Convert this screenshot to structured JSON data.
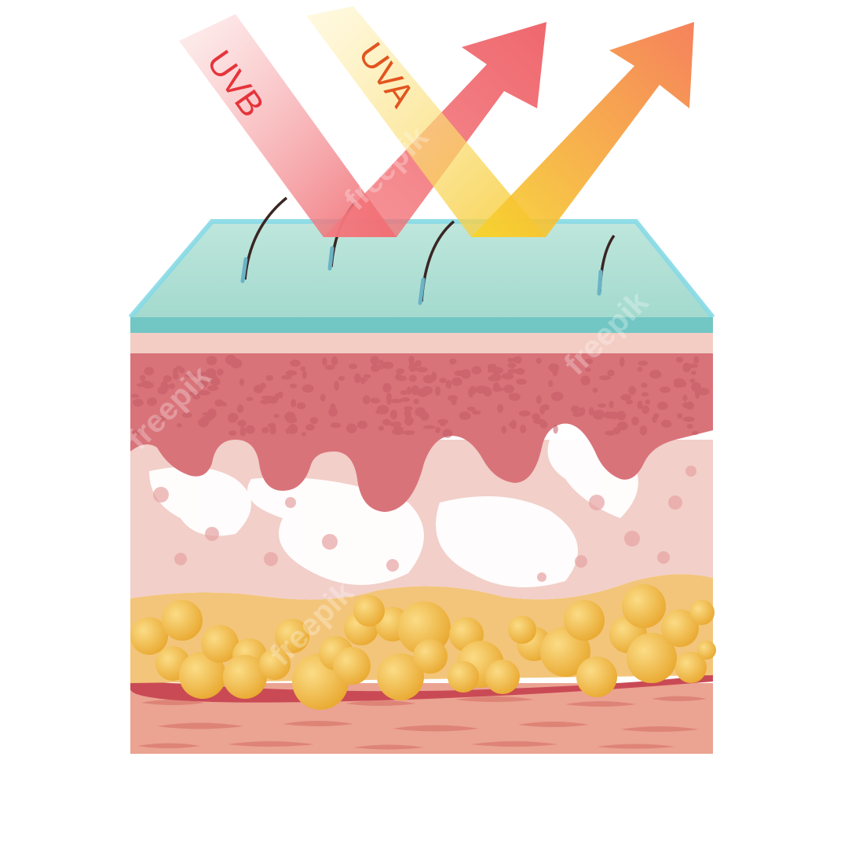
{
  "rays": {
    "uvb": {
      "label": "UVB",
      "color": "#e5343a"
    },
    "uva": {
      "label": "UVA",
      "color": "#e2541f"
    }
  },
  "watermark": {
    "text": "freepik"
  },
  "colors": {
    "shield": "#a9ddd3",
    "shield_edge": "#7fd3de",
    "epidermis_top": "#f0c7bd",
    "epidermis": "#d9737a",
    "dermis": "#f0c9c3",
    "fat_layer": "#f3c57a",
    "fat_cell": "#f2b63f",
    "muscle": "#e99d8e",
    "blood_vessel": "#c44a55"
  }
}
